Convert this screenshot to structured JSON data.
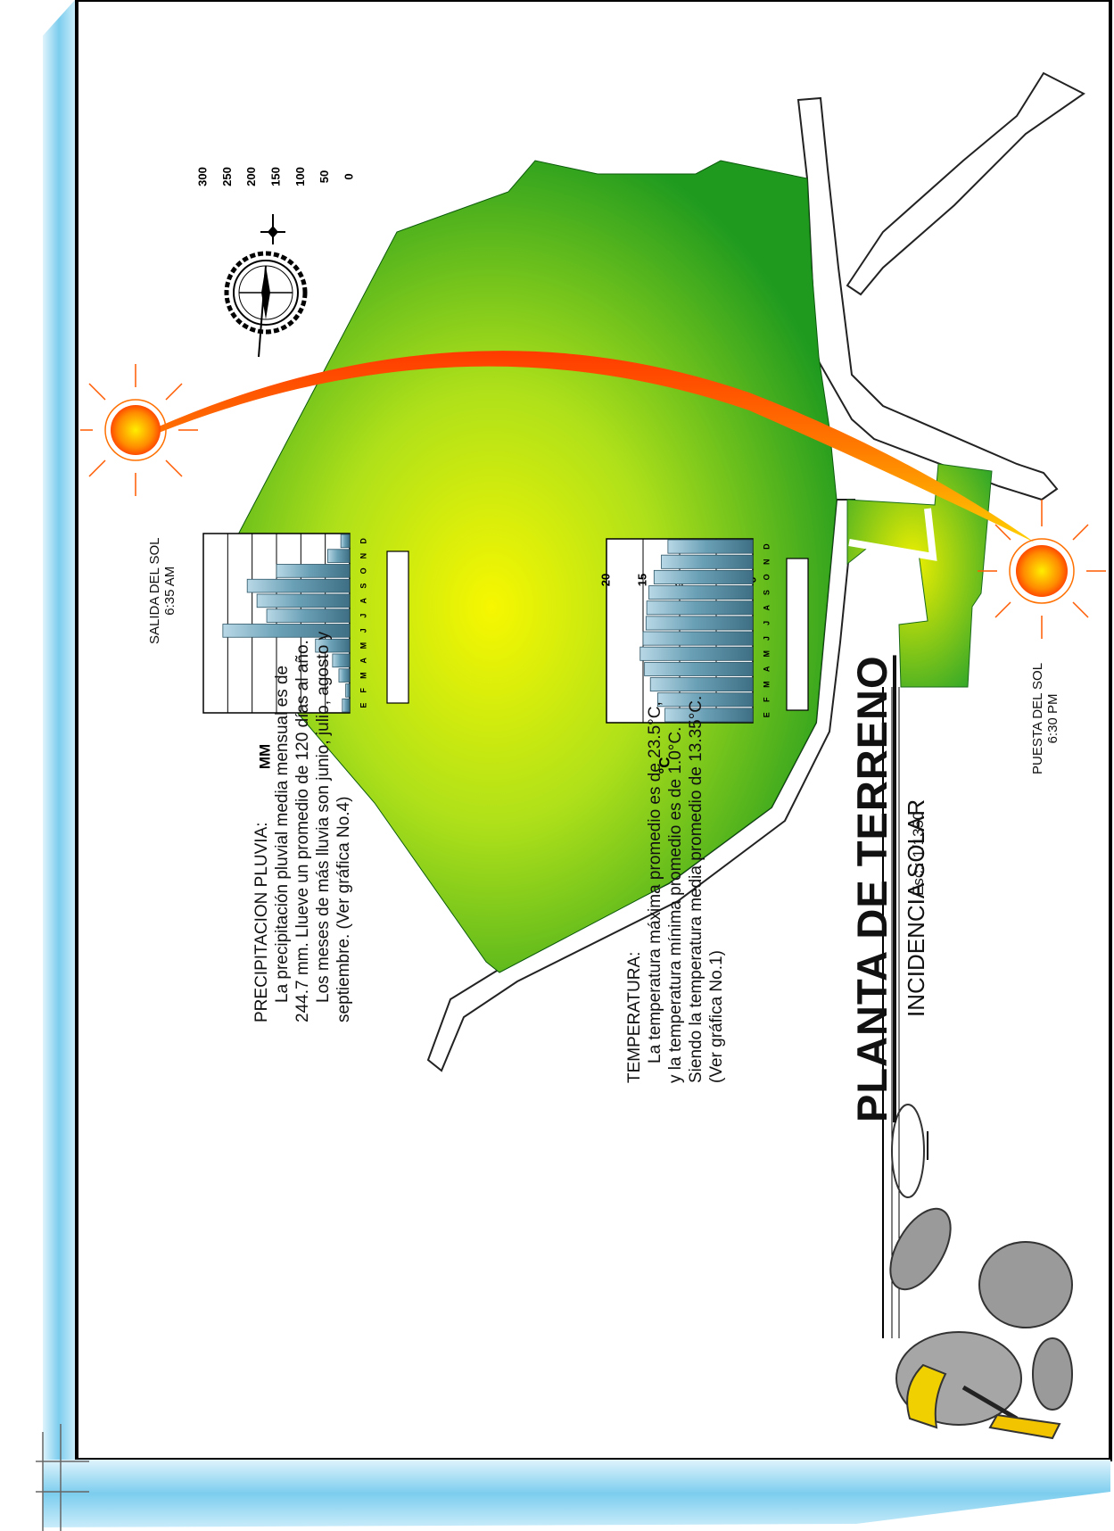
{
  "title": "PLANTA DE TERRENO",
  "subtitle": "INCIDENCIA SOLAR",
  "scale": "Esc.: 1/1350",
  "sunrise": {
    "label": "SALIDA DEL SOL",
    "time": "6:35 AM"
  },
  "sunset": {
    "label": "PUESTA DEL SOL",
    "time": "6:30 PM"
  },
  "rain_text": {
    "heading": "PRECIPITACION PLUVIA:",
    "line1": "La precipitación pluvial media mensual es de",
    "line2": "244.7 mm.  Llueve un promedio de 120 días al año.",
    "line3": "Los meses de más lluvia son junio, julio, agosto y",
    "line4": "septiembre. (Ver gráfica No.4)"
  },
  "temp_text": {
    "heading": "TEMPERATURA:",
    "line1": "La temperatura máxima promedio es de 23.5°C,",
    "line2": "y la temperatura mínima promedio es de 1.0°C.",
    "line3": "Siendo la temperatura media promedio de 13.35°C.",
    "line4": "(Ver gráfica No.1)"
  },
  "colors": {
    "terrain_light": "#f4f400",
    "terrain_dark": "#1e9a1e",
    "bar": "#5f8ea0",
    "frame": "#8fd3ee",
    "sun": "#ff8a00"
  },
  "chart_data": [
    {
      "type": "bar",
      "title": "PRECIPITACION PLUVIAL",
      "ylabel": "MM",
      "categories": [
        "E",
        "F",
        "M",
        "A",
        "M",
        "J",
        "J",
        "A",
        "S",
        "O",
        "N",
        "D"
      ],
      "values": [
        15,
        8,
        22,
        35,
        70,
        260,
        170,
        190,
        210,
        150,
        45,
        18
      ],
      "yticks": [
        "0",
        "50",
        "100",
        "150",
        "200",
        "250",
        "300"
      ],
      "ylim": [
        0,
        300
      ]
    },
    {
      "type": "bar",
      "title": "TEMPERATURA",
      "ylabel": "°C",
      "categories": [
        "E",
        "F",
        "M",
        "A",
        "M",
        "J",
        "J",
        "A",
        "S",
        "O",
        "N",
        "D"
      ],
      "values": [
        12,
        13,
        14,
        14.8,
        15.4,
        15,
        14.6,
        14.5,
        14.2,
        13.5,
        12.5,
        11.6
      ],
      "yticks": [
        "0",
        "5",
        "10",
        "15",
        "20"
      ],
      "ylim": [
        0,
        20
      ]
    }
  ]
}
